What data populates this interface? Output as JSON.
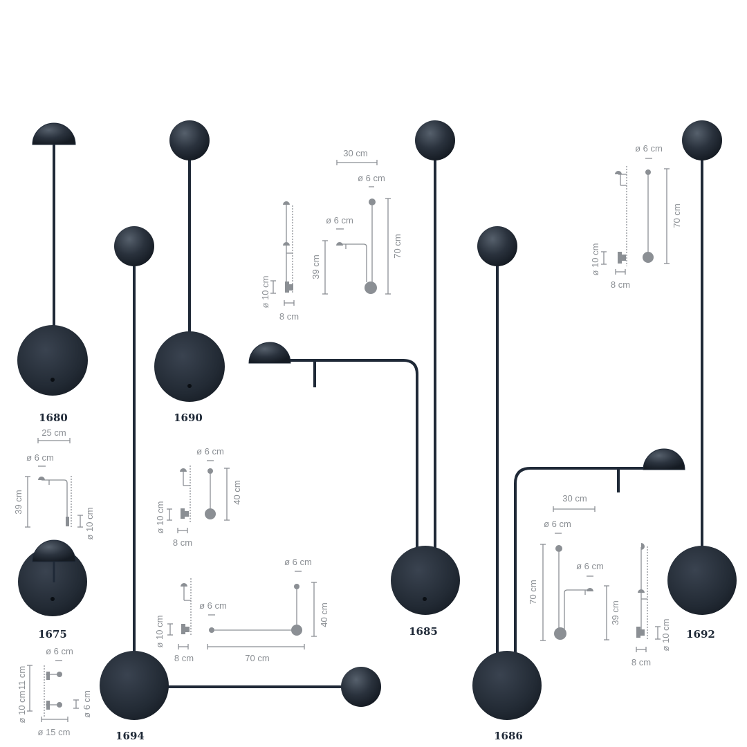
{
  "models": {
    "m1680": "1680",
    "m1690": "1690",
    "m1675": "1675",
    "m1694": "1694",
    "m1685": "1685",
    "m1686": "1686",
    "m1692": "1692"
  },
  "dimensions": {
    "cm30": "30 cm",
    "cm25": "25 cm",
    "cm70": "70 cm",
    "cm39": "39 cm",
    "cm40": "40 cm",
    "cm8": "8 cm",
    "cm11": "11 cm",
    "d6": "ø 6 cm",
    "d10": "ø 10 cm",
    "d15": "ø 15 cm"
  },
  "colors": {
    "lamp": "#1f2937",
    "diagram": "#8b8f94",
    "background": "#ffffff"
  }
}
